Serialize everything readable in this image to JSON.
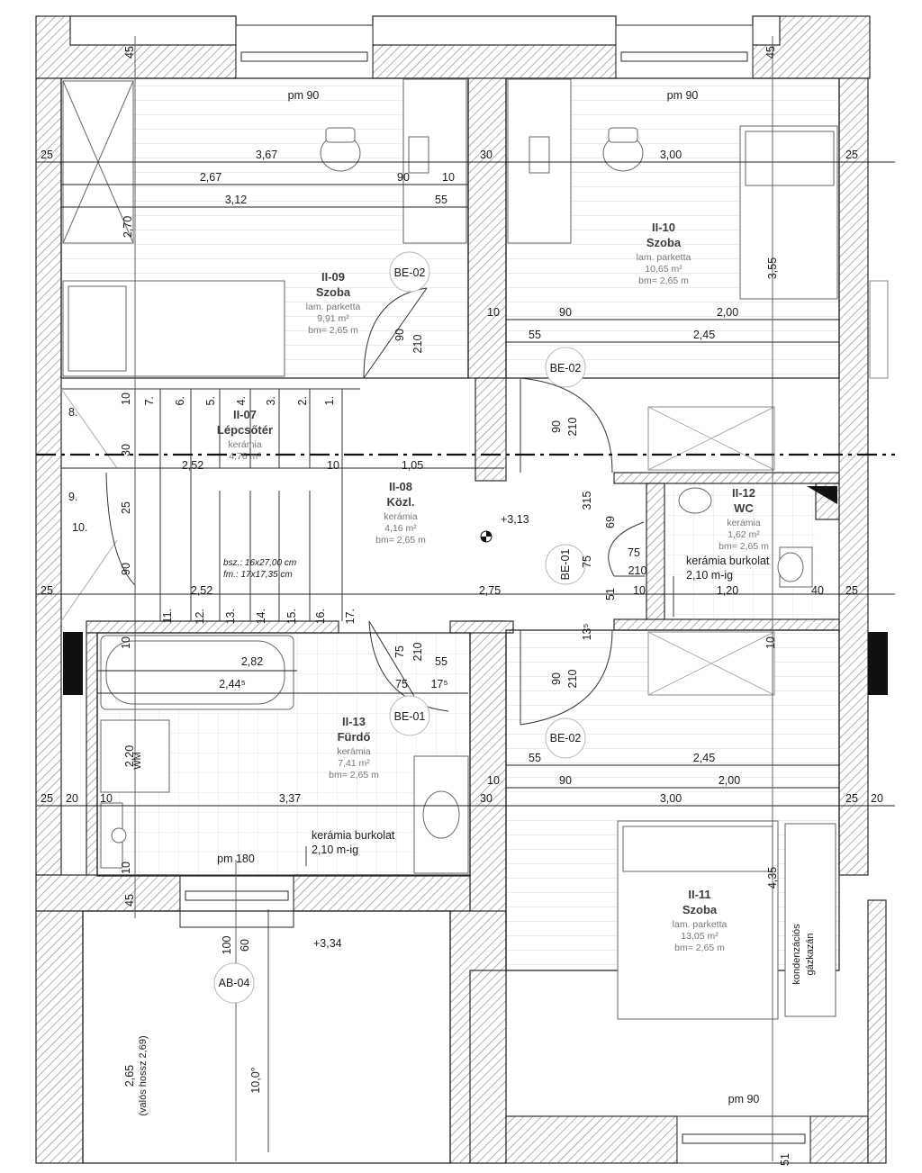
{
  "colors": {
    "wall": "#999999",
    "line": "#1a1a1a",
    "grid": "#e2e2e2"
  },
  "rooms": [
    {
      "code": "II-09",
      "name": "Szoba",
      "floor": "lam. parketta",
      "area": "9,91 m²",
      "height": "bm= 2,65 m"
    },
    {
      "code": "II-10",
      "name": "Szoba",
      "floor": "lam. parketta",
      "area": "10,65 m²",
      "height": "bm= 2,65 m"
    },
    {
      "code": "II-07",
      "name": "Lépcsőtér",
      "floor": "kerámia",
      "area": "4,76 m²",
      "height": ""
    },
    {
      "code": "II-08",
      "name": "Közl.",
      "floor": "kerámia",
      "area": "4,16 m²",
      "height": "bm= 2,65 m"
    },
    {
      "code": "II-12",
      "name": "WC",
      "floor": "kerámia",
      "area": "1,62 m²",
      "height": "bm= 2,65 m"
    },
    {
      "code": "II-13",
      "name": "Fürdő",
      "floor": "kerámia",
      "area": "7,41 m²",
      "height": "bm= 2,65 m"
    },
    {
      "code": "II-11",
      "name": "Szoba",
      "floor": "lam. parketta",
      "area": "13,05 m²",
      "height": "bm= 2,65 m"
    }
  ],
  "doors": [
    "BE-02",
    "BE-02",
    "BE-01",
    "BE-01",
    "BE-02",
    "AB-04"
  ],
  "windows": [
    "pm 90",
    "pm 90",
    "pm 180",
    "pm 90"
  ],
  "levels": [
    "+3,13",
    "+3,34"
  ],
  "notes": {
    "wc_tiling": [
      "kerámia burkolat",
      "2,10 m-ig"
    ],
    "bath_tiling": [
      "kerámia burkolat",
      "2,10 m-ig"
    ],
    "stair_spec": [
      "bsz.: 16x27,00 cm",
      "fm.: 17x17,35 cm"
    ],
    "boiler": [
      "kondenzációs",
      "gázkazán"
    ],
    "roof_pitch": "10,0°",
    "roof_len": [
      "2,65",
      "(valós hossz 2,69)"
    ],
    "cut_ref": "2,75",
    "bath_label": "WM",
    "room_b_height": "3,55",
    "room_d_height": "4,35"
  },
  "stair_steps": [
    "1.",
    "2.",
    "3.",
    "4.",
    "5.",
    "6.",
    "7.",
    "8.",
    "9.",
    "10.",
    "11.",
    "12.",
    "13.",
    "14.",
    "15.",
    "16.",
    "17."
  ],
  "dims": [
    "45",
    "45",
    "25",
    "3,67",
    "30",
    "3,00",
    "25",
    "2,67",
    "90",
    "10",
    "3,12",
    "55",
    "2,70",
    "10",
    "90",
    "2,00",
    "55",
    "2,45",
    "90",
    "210",
    "10",
    "2,52",
    "1,05",
    "10",
    "30",
    "25",
    "90",
    "90",
    "210",
    "315",
    "69",
    "75",
    "75",
    "210",
    "51",
    "10",
    "1,20",
    "40",
    "25",
    "25",
    "2,52",
    "10",
    "2,82",
    "2,44⁵",
    "75",
    "210",
    "55",
    "75",
    "17⁵",
    "13⁵",
    "90",
    "210",
    "10",
    "55",
    "2,45",
    "10",
    "90",
    "2,00",
    "25",
    "20",
    "10",
    "3,37",
    "30",
    "3,00",
    "25",
    "20",
    "45",
    "100",
    "60",
    "2,20",
    "10",
    "51"
  ]
}
